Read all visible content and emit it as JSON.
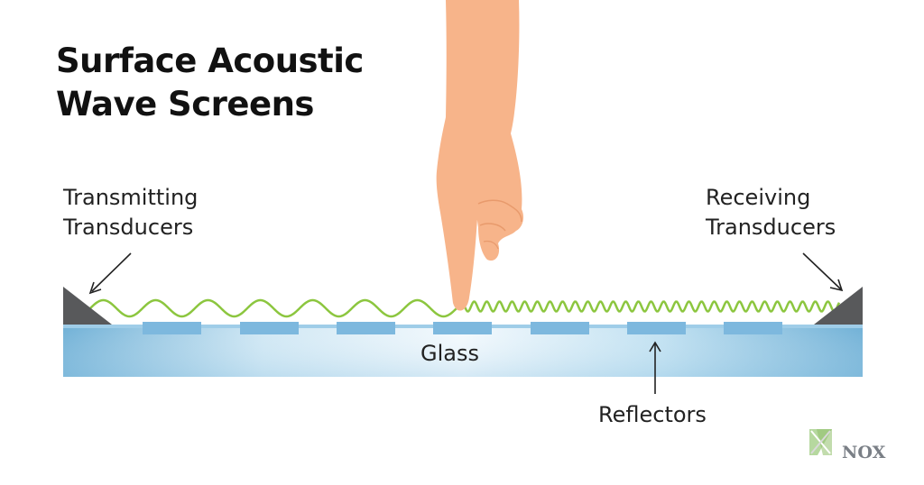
{
  "title": {
    "line1": "Surface Acoustic",
    "line2": "Wave Screens"
  },
  "labels": {
    "transmitting_line1": "Transmitting",
    "transmitting_line2": "Transducers",
    "receiving_line1": "Receiving",
    "receiving_line2": "Transducers",
    "glass": "Glass",
    "reflectors": "Reflectors"
  },
  "logo": {
    "text": "NOX"
  },
  "colors": {
    "glass_mid": "#cfe6f3",
    "glass_edge": "#6fb0d6",
    "reflector": "#7db8de",
    "wave": "#8cc63f",
    "transducer": "#58595b",
    "hand": "#f7b48a",
    "logo_green": "#a9d18e"
  },
  "icons": [
    "hand-pointing-icon",
    "transducer-icon",
    "wave-icon",
    "arrow-icon",
    "nox-logo-icon"
  ]
}
